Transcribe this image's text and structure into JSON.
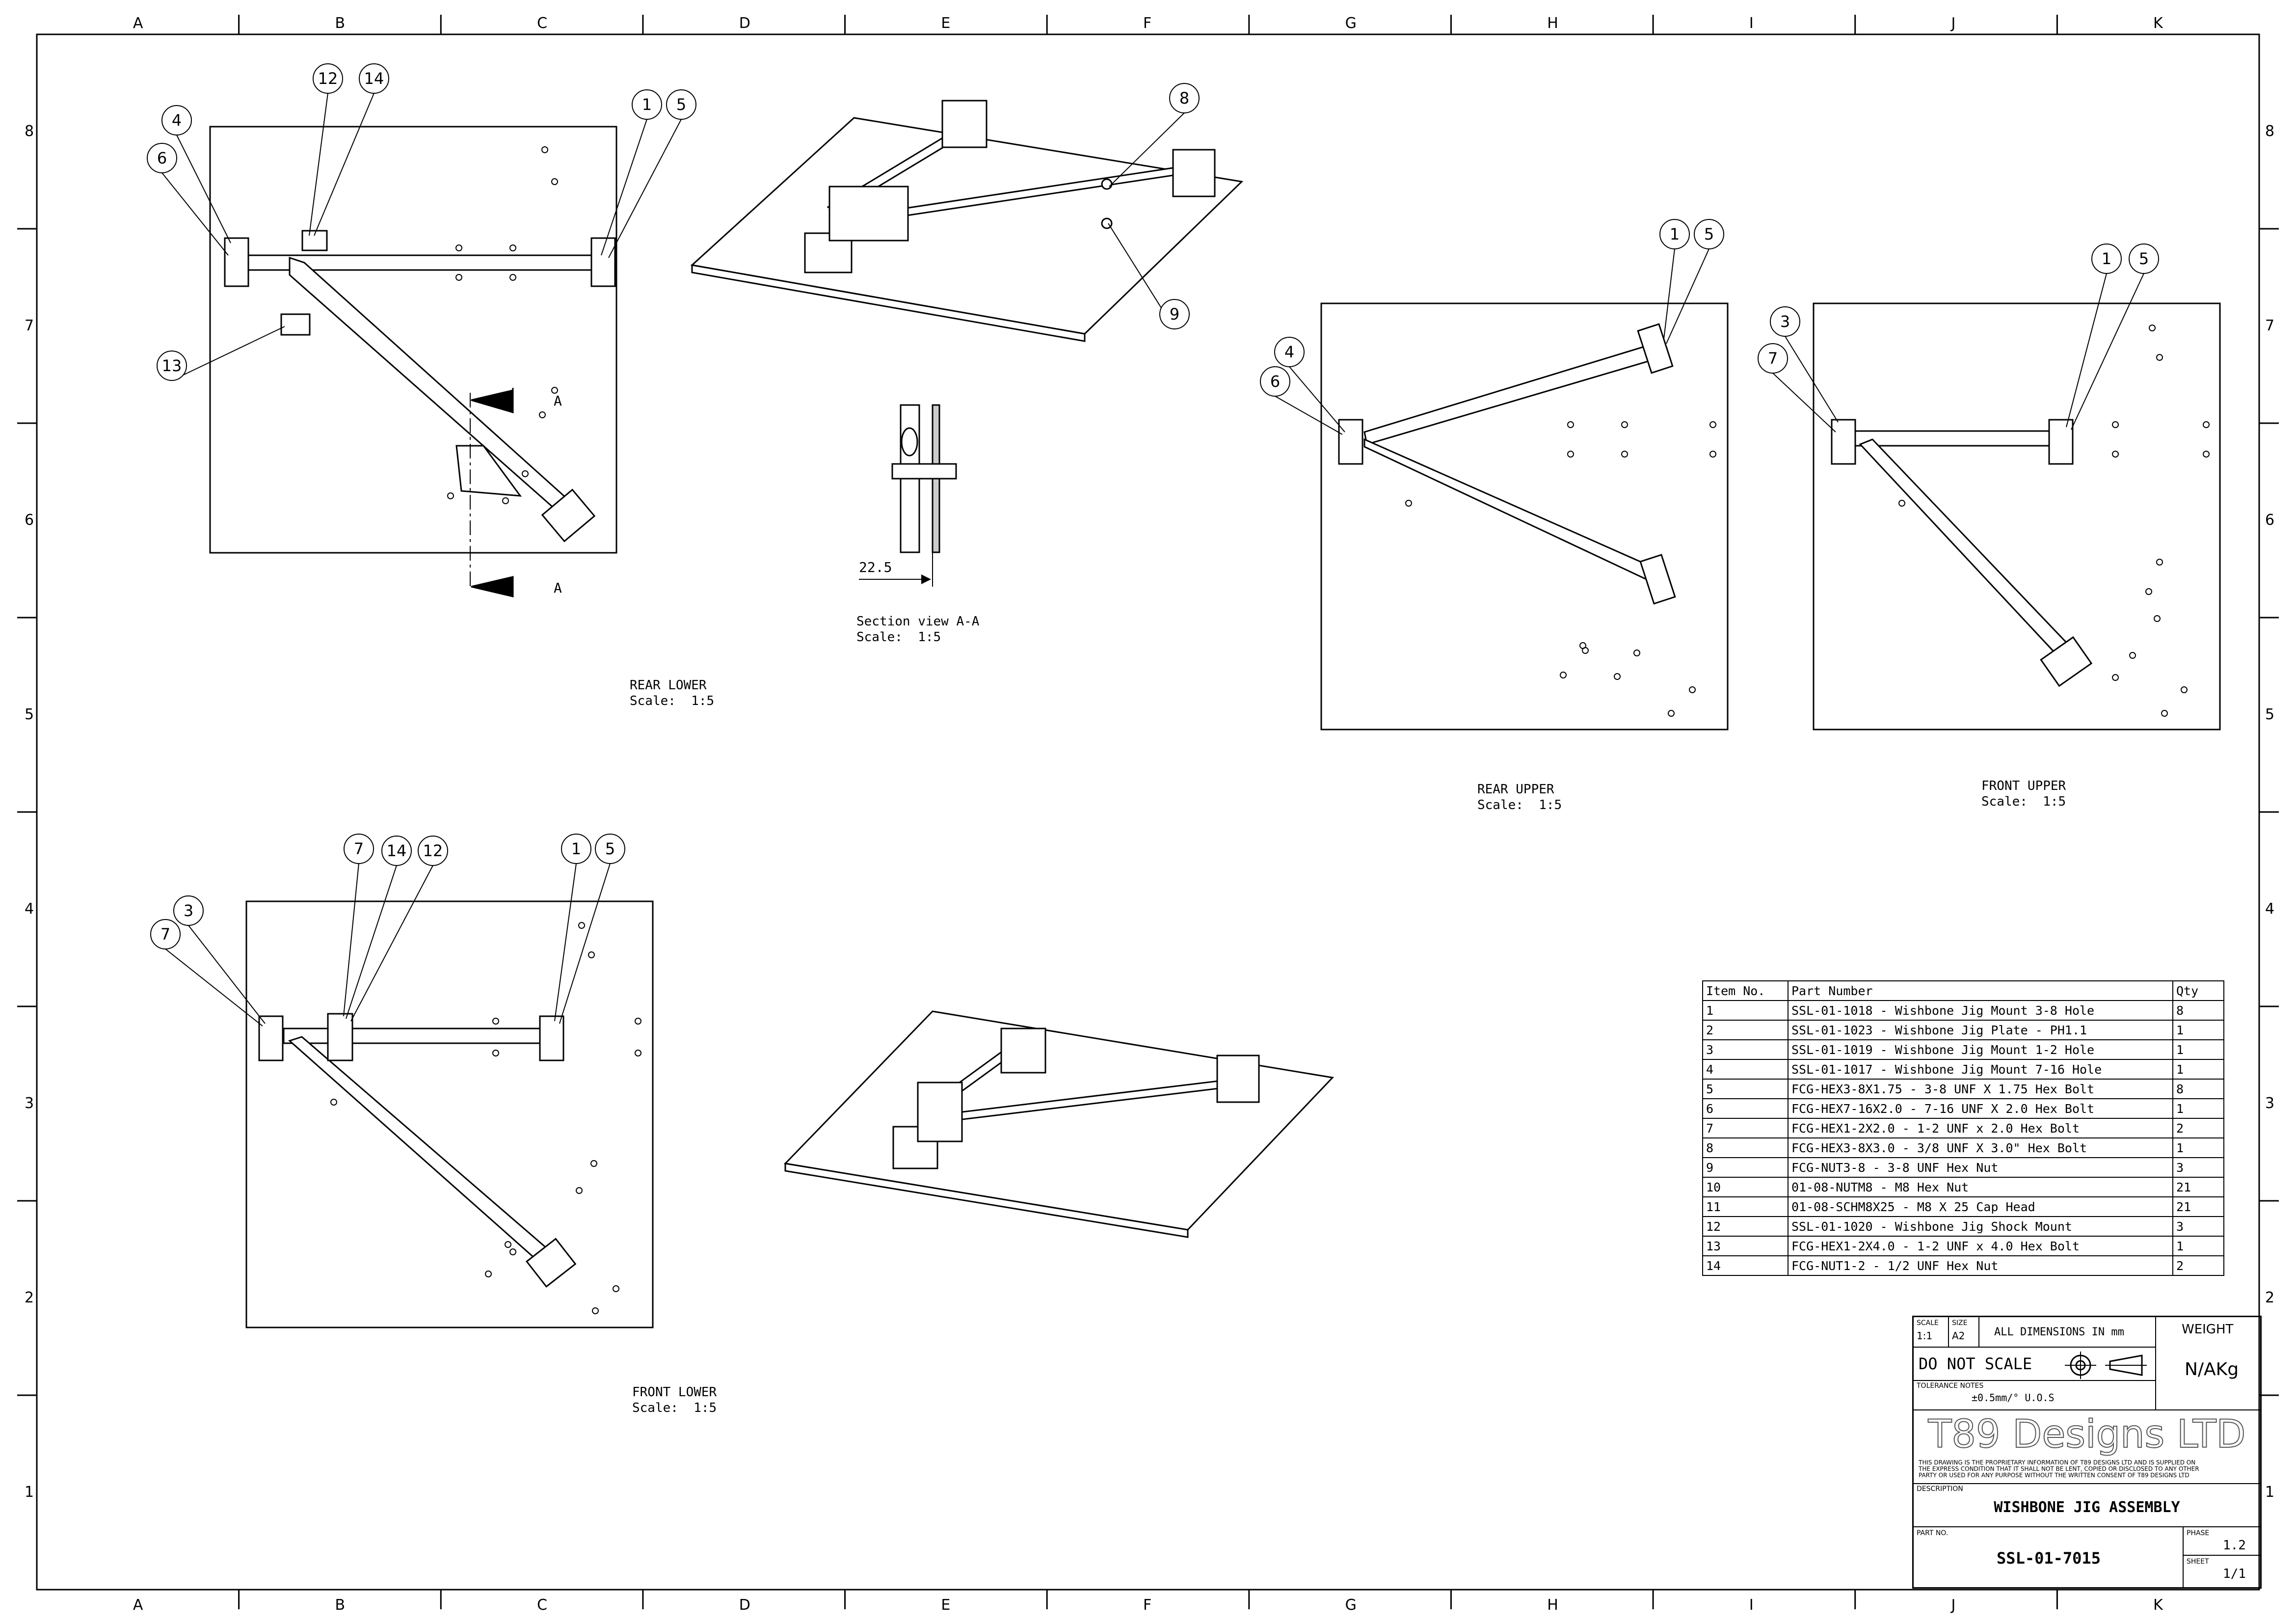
{
  "zones": {
    "columns": [
      "A",
      "B",
      "C",
      "D",
      "E",
      "F",
      "G",
      "H",
      "I",
      "J",
      "K"
    ],
    "rows": [
      "8",
      "7",
      "6",
      "5",
      "4",
      "3",
      "2",
      "1"
    ]
  },
  "views": {
    "rear_lower": {
      "name": "REAR LOWER",
      "scale": "Scale:  1:5"
    },
    "section": {
      "name": "Section view A-A",
      "scale": "Scale:  1:5",
      "dimension": "22.5",
      "cut_label": "A"
    },
    "rear_upper": {
      "name": "REAR UPPER",
      "scale": "Scale:  1:5"
    },
    "front_upper": {
      "name": "FRONT UPPER",
      "scale": "Scale:  1:5"
    },
    "front_lower": {
      "name": "FRONT LOWER",
      "scale": "Scale:  1:5"
    }
  },
  "balloons": {
    "rear_lower": [
      "4",
      "6",
      "12",
      "14",
      "1",
      "5",
      "13"
    ],
    "iso_top": [
      "8",
      "9"
    ],
    "rear_upper": [
      "1",
      "5",
      "4",
      "6"
    ],
    "front_upper": [
      "1",
      "5",
      "3",
      "7"
    ],
    "front_lower": [
      "7",
      "14",
      "12",
      "1",
      "5",
      "3",
      "7"
    ]
  },
  "bom": {
    "headers": [
      "Item No.",
      "Part Number",
      "Qty"
    ],
    "rows": [
      [
        "1",
        "SSL-01-1018 - Wishbone Jig Mount 3-8 Hole",
        "8"
      ],
      [
        "2",
        "SSL-01-1023 - Wishbone Jig Plate - PH1.1",
        "1"
      ],
      [
        "3",
        "SSL-01-1019 - Wishbone Jig Mount 1-2 Hole",
        "1"
      ],
      [
        "4",
        "SSL-01-1017 - Wishbone Jig Mount 7-16 Hole",
        "1"
      ],
      [
        "5",
        "FCG-HEX3-8X1.75 - 3-8 UNF X 1.75 Hex Bolt",
        "8"
      ],
      [
        "6",
        "FCG-HEX7-16X2.0 - 7-16 UNF X 2.0 Hex Bolt",
        "1"
      ],
      [
        "7",
        "FCG-HEX1-2X2.0 - 1-2 UNF x 2.0 Hex Bolt",
        "2"
      ],
      [
        "8",
        "FCG-HEX3-8X3.0 - 3/8 UNF X 3.0\" Hex Bolt",
        "1"
      ],
      [
        "9",
        "FCG-NUT3-8 - 3-8 UNF Hex Nut",
        "3"
      ],
      [
        "10",
        "01-08-NUTM8 - M8 Hex Nut",
        "21"
      ],
      [
        "11",
        "01-08-SCHM8X25 - M8 X 25 Cap Head",
        "21"
      ],
      [
        "12",
        "SSL-01-1020 - Wishbone Jig Shock Mount",
        "3"
      ],
      [
        "13",
        "FCG-HEX1-2X4.0 - 1-2 UNF x 4.0 Hex Bolt",
        "1"
      ],
      [
        "14",
        "FCG-NUT1-2 - 1/2 UNF Hex Nut",
        "2"
      ]
    ]
  },
  "title_block": {
    "scale_label": "SCALE",
    "scale_value": "1:1",
    "size_label": "SIZE",
    "size_value": "A2",
    "dimensions_note": "ALL DIMENSIONS IN mm",
    "weight_label": "WEIGHT",
    "weight_value": "N/AKg",
    "do_not_scale": "DO NOT SCALE",
    "tolerance_label": "TOLERANCE NOTES",
    "tolerance_value": "±0.5mm/° U.O.S",
    "company": "T89 Designs LTD",
    "disclaimer_1": "THIS DRAWING IS THE PROPRIETARY INFORMATION OF T89 DESIGNS LTD AND IS SUPPLIED ON",
    "disclaimer_2": "THE EXPRESS CONDITION THAT IT SHALL NOT BE LENT, COPIED OR DISCLOSED TO ANY OTHER",
    "disclaimer_3": "PARTY OR USED FOR ANY PURPOSE WITHOUT THE WRITTEN CONSENT OF T89 DESIGNS LTD",
    "description_label": "DESCRIPTION",
    "description": "WISHBONE JIG ASSEMBLY",
    "part_no_label": "PART NO.",
    "part_no": "SSL-01-7015",
    "phase_label": "PHASE",
    "phase": "1.2",
    "sheet_label": "SHEET",
    "sheet": "1/1"
  }
}
